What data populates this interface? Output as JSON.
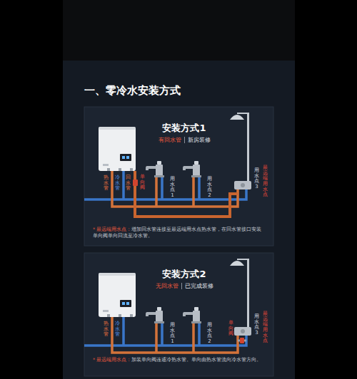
{
  "diagram": {
    "title": "一、零冷水安装方式",
    "nodes": [
      {
        "text": [
          "安装方式1",
          "有回水管",
          "新房装修",
          "* 最远端用水点：",
          "增加回水管连接至最远端用水点热水管，在回水管接口安装单向阀单向回流至冷水管。"
        ]
      },
      {
        "text": [
          "安装方式2",
          "无回水管",
          "已完成装修",
          "* 最远端用水点：",
          "加装单向阀连通冷热水管。单向由热水管流向冷水管方向。"
        ]
      }
    ],
    "labels": [
      "热水管",
      "冷水管",
      "回水管",
      "单向阀",
      "用水点1",
      "用水点2",
      "用水点3",
      "最远端用水点",
      "热水管",
      "冷水管",
      "用水点1",
      "用水点2",
      "单向阀",
      "用水点3",
      "最远端用水点"
    ]
  }
}
